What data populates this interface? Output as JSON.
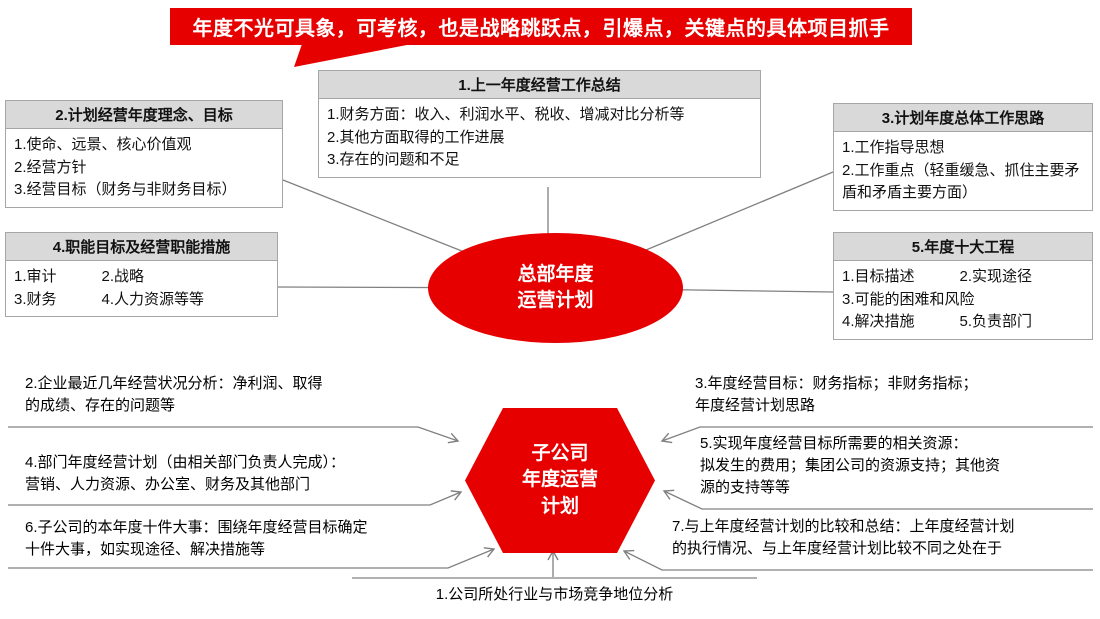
{
  "banner": {
    "text": "年度不光可具象，可考核，也是战略跳跃点，引爆点，关键点的具体项目抓手"
  },
  "colors": {
    "accent_red": "#e60000",
    "box_header_bg": "#d9d9d9",
    "box_border": "#a6a6a6",
    "connector_gray": "#808080"
  },
  "hq_map": {
    "center_label": "总部年度\n运营计划",
    "boxes": [
      {
        "title": "1.上一年度经营工作总结",
        "lines": [
          "1.财务方面：收入、利润水平、税收、增减对比分析等",
          "2.其他方面取得的工作进展",
          "3.存在的问题和不足"
        ]
      },
      {
        "title": "2.计划经营年度理念、目标",
        "lines": [
          "1.使命、远景、核心价值观",
          "2.经营方针",
          "3.经营目标（财务与非财务目标）"
        ]
      },
      {
        "title": "3.计划年度总体工作思路",
        "lines": [
          "1.工作指导思想",
          "2.工作重点（轻重缓急、抓住主要矛盾和矛盾主要方面）"
        ]
      },
      {
        "title": "4.职能目标及经营职能措施",
        "lines": [
          "1.审计　　　2.战略",
          "3.财务　　　4.人力资源等等"
        ]
      },
      {
        "title": "5.年度十大工程",
        "lines": [
          "1.目标描述　　　2.实现途径",
          "3.可能的困难和风险",
          "4.解决措施　　　5.负责部门"
        ]
      }
    ]
  },
  "subsidiary_map": {
    "center_label": "子公司\n年度运营\n计划",
    "notes": [
      {
        "text": "1.公司所处行业与市场竞争地位分析"
      },
      {
        "text": "2.企业最近几年经营状况分析：净利润、取得\n的成绩、存在的问题等"
      },
      {
        "text": "3.年度经营目标：财务指标；非财务指标；\n年度经营计划思路"
      },
      {
        "text": "4.部门年度经营计划（由相关部门负责人完成）：\n营销、人力资源、办公室、财务及其他部门"
      },
      {
        "text": "5.实现年度经营目标所需要的相关资源：\n拟发生的费用；集团公司的资源支持；其他资\n源的支持等等"
      },
      {
        "text": "6.子公司的本年度十件大事：围绕年度经营目标确定\n十件大事，如实现途径、解决措施等"
      },
      {
        "text": "7.与上年度经营计划的比较和总结：上年度经营计划\n的执行情况、与上年度经营计划比较不同之处在于"
      }
    ]
  }
}
